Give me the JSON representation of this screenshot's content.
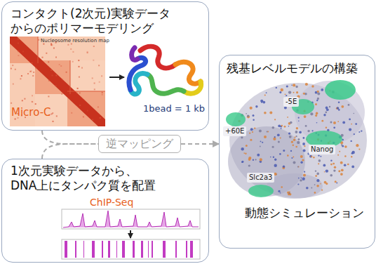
{
  "diagram": {
    "nodes": [
      {
        "text": [
          "コンタクト(2次元)実験データからのポリマーモデリング"
        ]
      },
      {
        "text": [
          "残基レベルモデルの構築",
          "動態シミュレーション"
        ]
      },
      {
        "text": [
          "逆マッピング"
        ]
      },
      {
        "text": [
          "1次元実験データから、DNA上にタンパク質を配置"
        ]
      }
    ],
    "edges": [
      {
        "from": 0,
        "to": 2,
        "arrow": "none"
      },
      {
        "from": 3,
        "to": 2,
        "arrow": "none"
      },
      {
        "from": 2,
        "to": 1,
        "arrow": "to"
      }
    ],
    "labels": [
      "Nucleosome resolution map",
      "Micro-C",
      "1bead = 1 kb",
      "ChIP-Seq",
      "+60E",
      "-5E",
      "Nanog",
      "Slc2a3"
    ]
  }
}
